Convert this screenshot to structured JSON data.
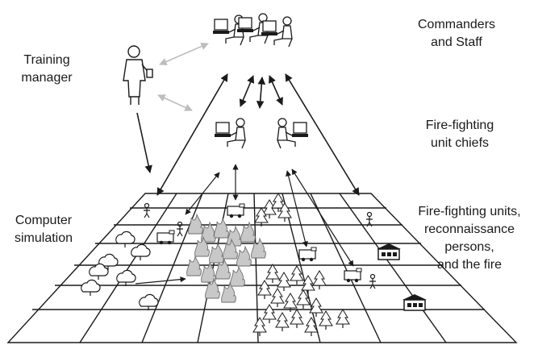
{
  "labels": {
    "commanders": [
      "Commanders",
      "and Staff"
    ],
    "training_manager": [
      "Training",
      "manager"
    ],
    "unit_chiefs": [
      "Fire-fighting",
      "unit chiefs"
    ],
    "simulation": [
      "Computer",
      "simulation"
    ],
    "units": [
      "Fire-fighting units,",
      "reconnaissance",
      "persons,",
      "and the fire"
    ]
  },
  "icons": {
    "commanders": "commanders-at-workstations-icon",
    "manager": "standing-person-icon",
    "chiefs": "unit-chiefs-at-workstations-icon",
    "tree": "tree-icon",
    "fire": "fire-icon",
    "vehicle": "fire-truck-icon",
    "building": "building-icon"
  },
  "colors": {
    "ink": "#1a1a1a",
    "light_arrow": "#bdbdbd",
    "fire_gray": "#8a8a8a"
  }
}
